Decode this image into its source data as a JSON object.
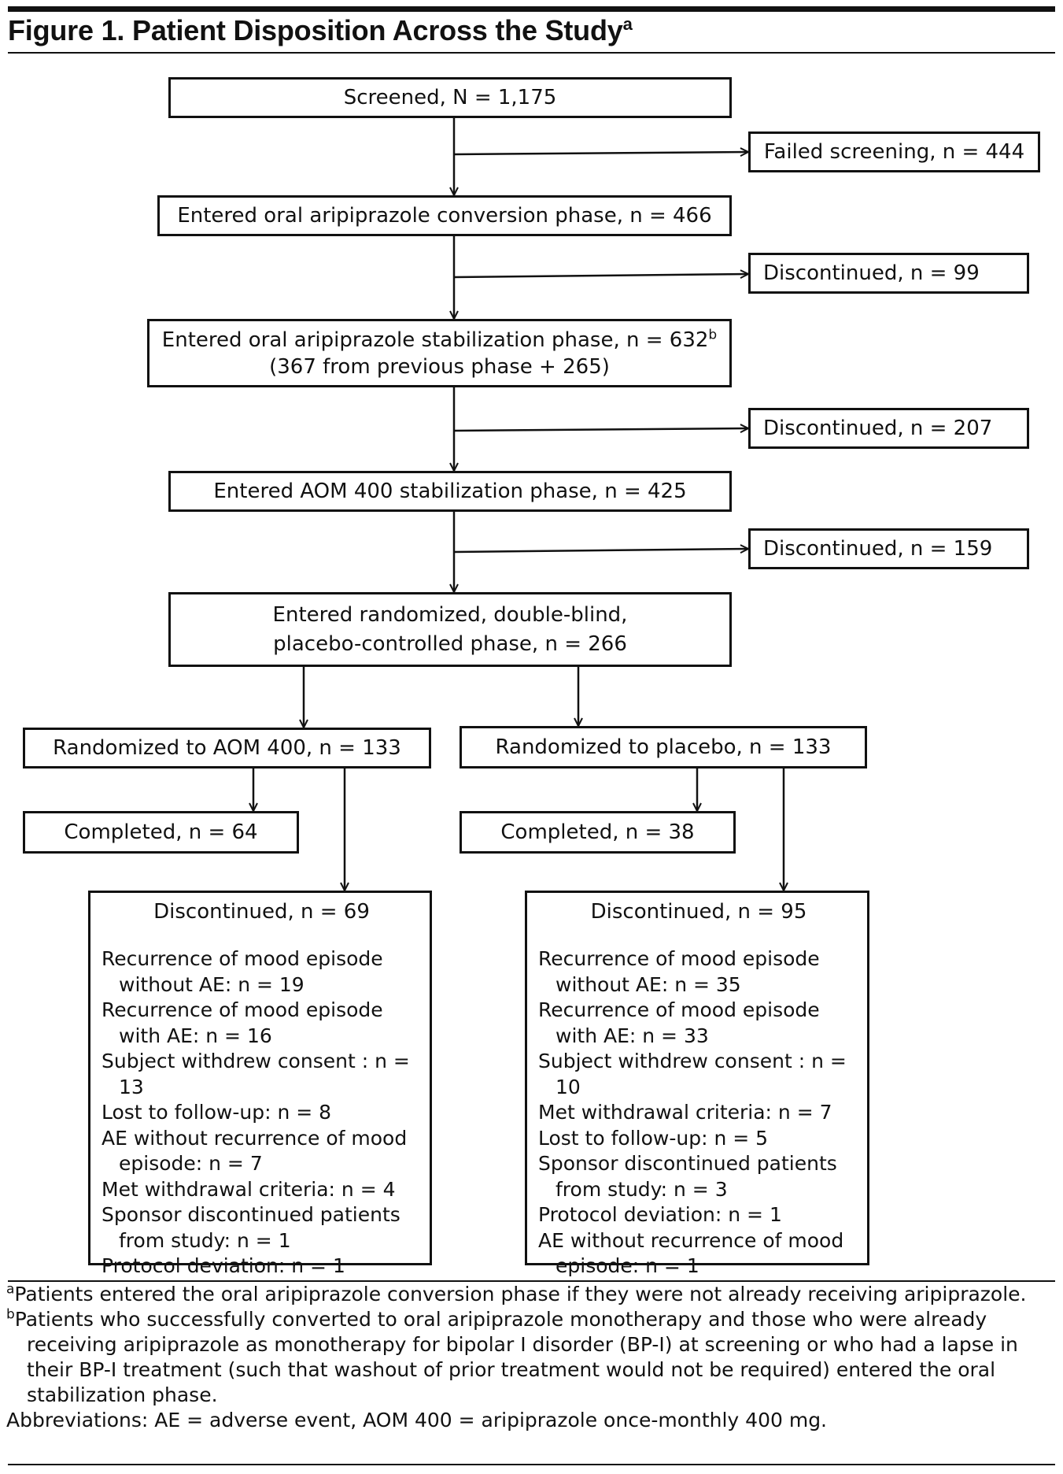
{
  "figure": {
    "title": "Figure 1. Patient Disposition Across the Study",
    "title_sup": "a"
  },
  "flow": {
    "screened": "Screened, N = 1,175",
    "failed": "Failed screening, n = 444",
    "conversion": "Entered oral aripiprazole conversion phase, n = 466",
    "disc_conversion": "Discontinued, n = 99",
    "stabilization_line1": "Entered oral aripiprazole stabilization phase, n = 632",
    "stabilization_sup": "b",
    "stabilization_line2": "(367 from previous phase + 265)",
    "disc_stabilization": "Discontinued, n = 207",
    "aom_stabilization": "Entered AOM 400 stabilization phase, n = 425",
    "disc_aom": "Discontinued, n = 159",
    "randomized_line1": "Entered randomized, double-blind,",
    "randomized_line2": "placebo-controlled phase, n = 266",
    "rand_aom": "Randomized to AOM 400, n = 133",
    "rand_placebo": "Randomized to placebo, n = 133",
    "completed_aom": "Completed, n = 64",
    "completed_placebo": "Completed, n = 38",
    "disc_aom_final": {
      "heading": "Discontinued, n = 69",
      "reasons": [
        "Recurrence of mood episode\nwithout AE: n = 19",
        "Recurrence of mood episode\nwith AE: n = 16",
        "Subject withdrew consent : n = 13",
        "Lost to follow-up: n = 8",
        "AE without recurrence of mood\nepisode: n = 7",
        "Met withdrawal criteria: n = 4",
        "Sponsor discontinued patients\nfrom study: n = 1",
        "Protocol deviation: n = 1"
      ]
    },
    "disc_placebo_final": {
      "heading": "Discontinued,  n = 95",
      "reasons": [
        "Recurrence of mood episode\nwithout AE: n = 35",
        "Recurrence of mood episode\nwith AE: n = 33",
        "Subject withdrew consent : n = 10",
        "Met withdrawal criteria: n = 7",
        "Lost to follow-up: n = 5",
        "Sponsor discontinued patients\nfrom study: n = 3",
        "Protocol deviation: n = 1",
        "AE without recurrence of mood\nepisode: n = 1"
      ]
    }
  },
  "footnotes": {
    "a_mark": "a",
    "a_text": "Patients entered the oral aripiprazole conversion phase if they were not already receiving aripiprazole.",
    "b_mark": "b",
    "b_text": "Patients who successfully converted to oral aripiprazole monotherapy and those who were already receiving aripiprazole as monotherapy for bipolar I disorder (BP-I) at screening or who had a lapse in their BP-I treatment (such that washout of prior treatment would not be required) entered the oral stabilization phase.",
    "abbreviations": "Abbreviations: AE = adverse event, AOM 400 = aripiprazole once-monthly 400 mg."
  },
  "colors": {
    "ink": "#111111",
    "background": "#ffffff"
  }
}
